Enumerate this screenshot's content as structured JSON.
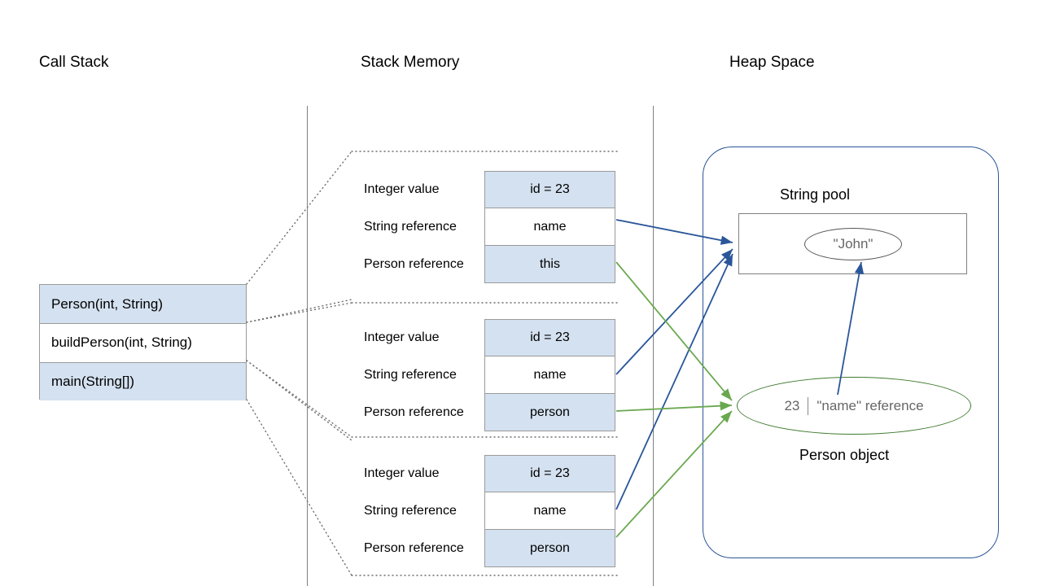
{
  "headers": {
    "call_stack": "Call Stack",
    "stack_memory": "Stack Memory",
    "heap_space": "Heap Space"
  },
  "call_stack": {
    "frames": [
      {
        "label": "Person(int, String)",
        "fill": "blue"
      },
      {
        "label": "buildPerson(int, String)",
        "fill": "white"
      },
      {
        "label": "main(String[])",
        "fill": "blue"
      }
    ]
  },
  "stack_memory": {
    "row_labels": [
      "Integer value",
      "String reference",
      "Person reference"
    ],
    "frames": [
      {
        "values": [
          "id = 23",
          "name",
          "this"
        ]
      },
      {
        "values": [
          "id = 23",
          "name",
          "person"
        ]
      },
      {
        "values": [
          "id = 23",
          "name",
          "person"
        ]
      }
    ]
  },
  "heap": {
    "string_pool_label": "String pool",
    "string_pool_value": "\"John\"",
    "person_object": {
      "id_value": "23",
      "name_reference": "\"name\" reference",
      "caption": "Person object"
    }
  },
  "colors": {
    "box_fill_blue": "#d4e1f0",
    "box_border": "#9a9a9a",
    "heap_border": "#2a5699",
    "arrow_blue": "#2a5699",
    "arrow_green": "#6aa84f",
    "person_ellipse_border": "#3e7a2e",
    "value_text": "#666666",
    "rule_gray": "#808080"
  }
}
